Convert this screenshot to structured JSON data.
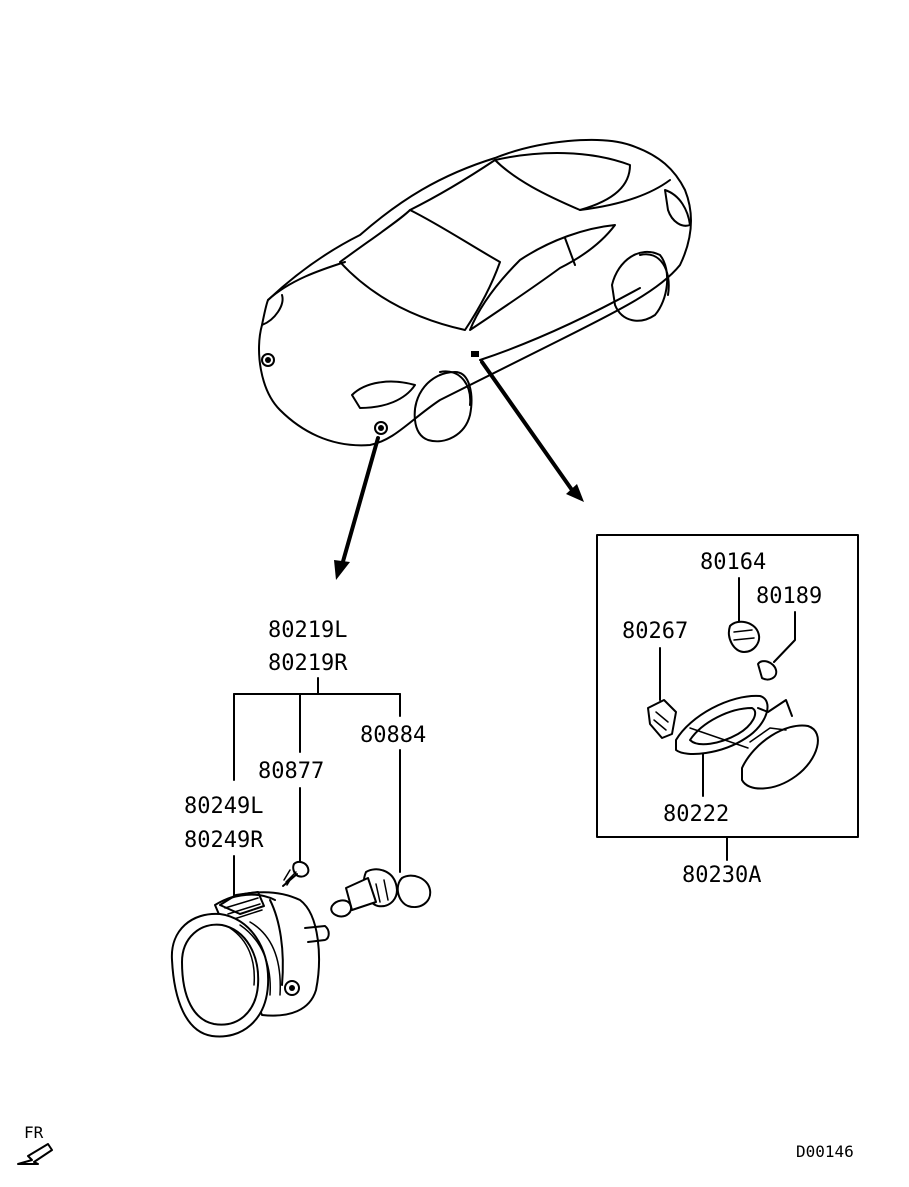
{
  "diagram": {
    "labels": {
      "fog_lamp_assy_left": "80219L",
      "fog_lamp_assy_right": "80219R",
      "fog_lamp_unit_left": "80249L",
      "fog_lamp_unit_right": "80249R",
      "screw": "80877",
      "bulb": "80884",
      "side_bulb_socket": "80164",
      "side_bulb": "80189",
      "side_lamp_clip": "80267",
      "side_lamp_gasket": "80222",
      "side_lamp_assy": "80230A"
    },
    "front_marker": "FR",
    "drawing_code": "D00146"
  }
}
